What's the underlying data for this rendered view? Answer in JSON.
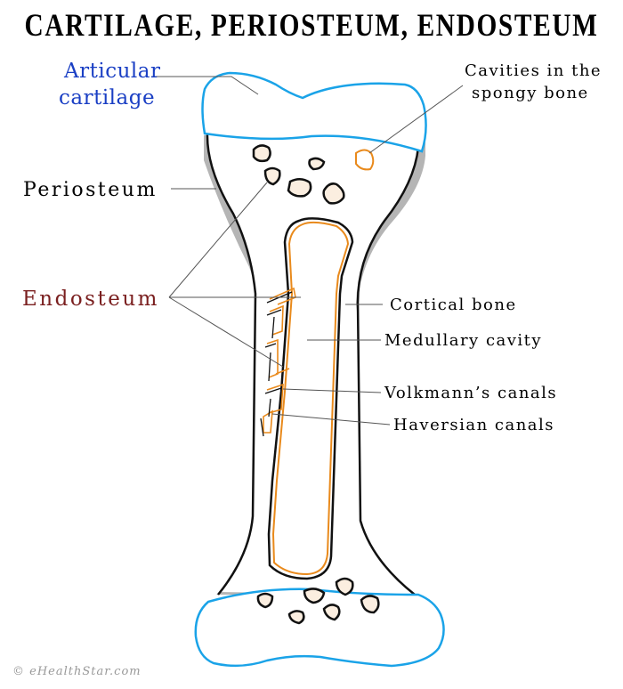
{
  "title": "CARTILAGE, PERIOSTEUM, ENDOSTEUM",
  "labels": {
    "articular_line1": "Articular",
    "articular_line2": "cartilage",
    "cavities_line1": "Cavities in the",
    "cavities_line2": "spongy bone",
    "periosteum": "Periosteum",
    "endosteum": "Endosteum",
    "cortical": "Cortical bone",
    "medullary": "Medullary cavity",
    "volkmann": "Volkmann’s canals",
    "haversian": "Haversian canals"
  },
  "credit": "© eHealthStar.com",
  "colors": {
    "cartilage": "#1aa3e8",
    "endosteum_text": "#7a1f1f",
    "articular_text": "#1a3fc4",
    "endosteum_line": "#e98a1c",
    "periosteum_shadow": "#b5b5b5",
    "outline": "#111111"
  }
}
